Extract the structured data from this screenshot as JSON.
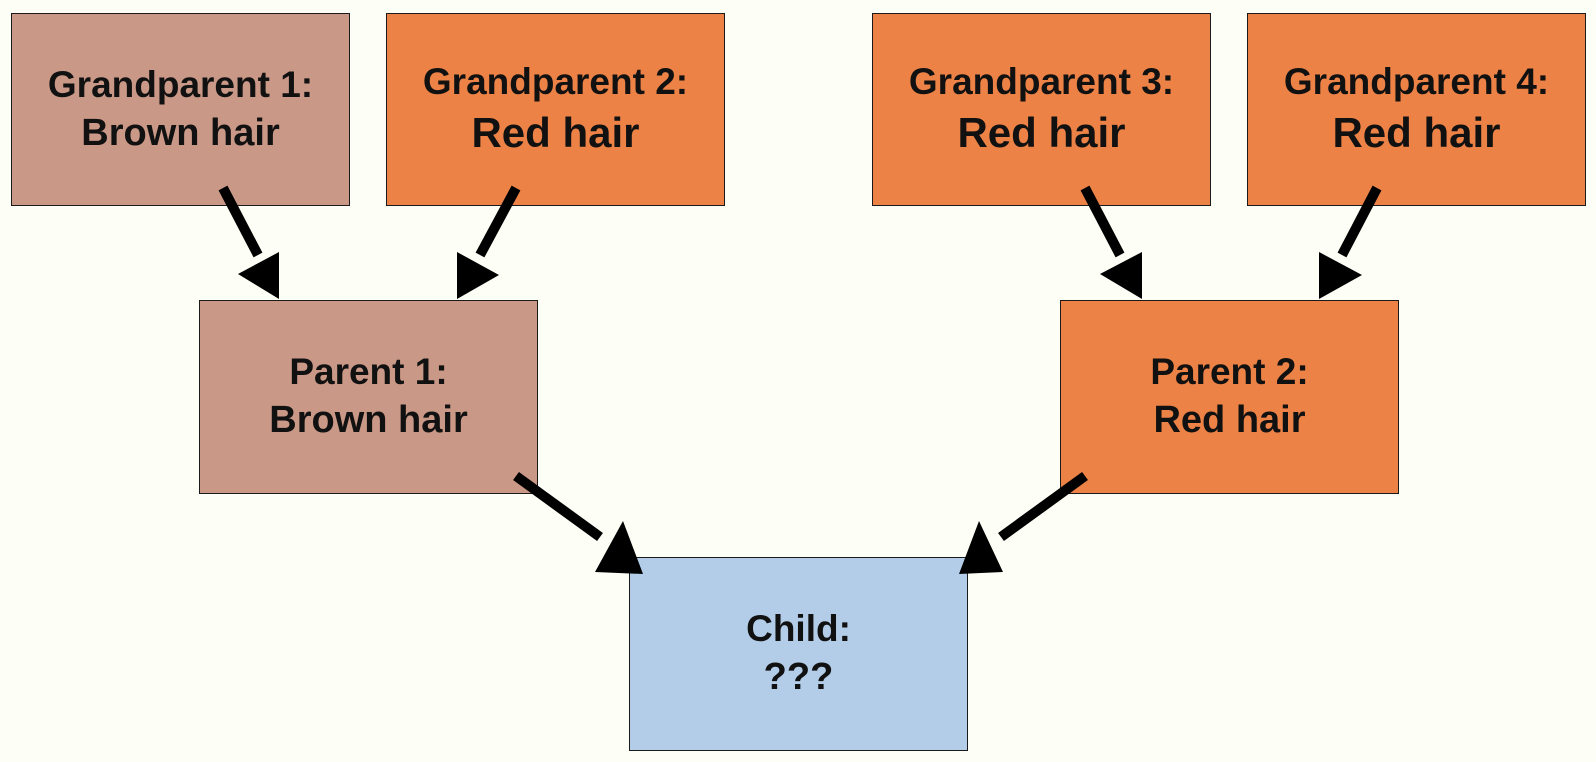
{
  "diagram": {
    "grandparents": [
      {
        "label": "Grandparent 1:",
        "trait": "Brown hair"
      },
      {
        "label": "Grandparent 2:",
        "trait": "Red hair"
      },
      {
        "label": "Grandparent 3:",
        "trait": "Red hair"
      },
      {
        "label": "Grandparent 4:",
        "trait": "Red hair"
      }
    ],
    "parents": [
      {
        "label": "Parent 1:",
        "trait": "Brown hair"
      },
      {
        "label": "Parent 2:",
        "trait": "Red hair"
      }
    ],
    "child": {
      "label": "Child:",
      "trait": "???"
    }
  },
  "colors": {
    "background": "#fdfef6",
    "brown": "#ca9886",
    "red": "#ec8246",
    "child": "#b3cde9",
    "arrow": "#000000"
  }
}
